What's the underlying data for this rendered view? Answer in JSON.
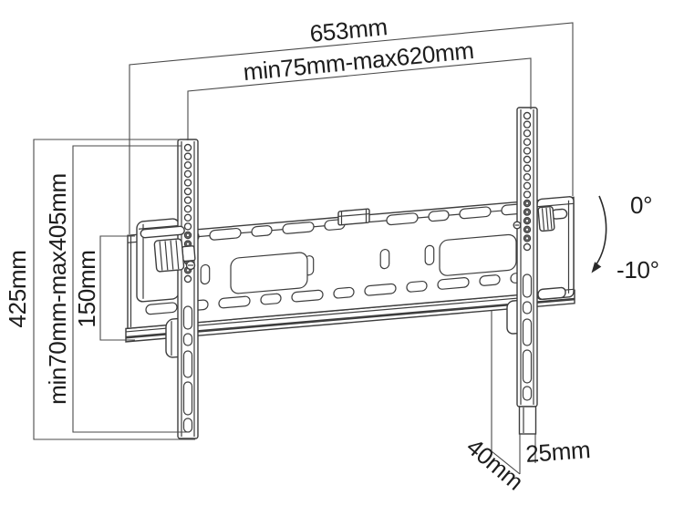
{
  "diagram": {
    "title_semantic": "tilting-tv-wall-mount-dimension-drawing",
    "labels": {
      "total_width": "653mm",
      "mount_width_range": "min75mm-max620mm",
      "total_height": "425mm",
      "mount_height_range": "min70mm-max405mm",
      "plate_height": "150mm",
      "tilt_max": "0°",
      "tilt_min": "-10°",
      "wall_offset": "40mm",
      "rail_depth": "25mm"
    },
    "colors": {
      "background": "#ffffff",
      "drawing_line": "#3d3d3d",
      "dimension_line": "#4a4a4a",
      "text": "#1d1d1d"
    }
  }
}
